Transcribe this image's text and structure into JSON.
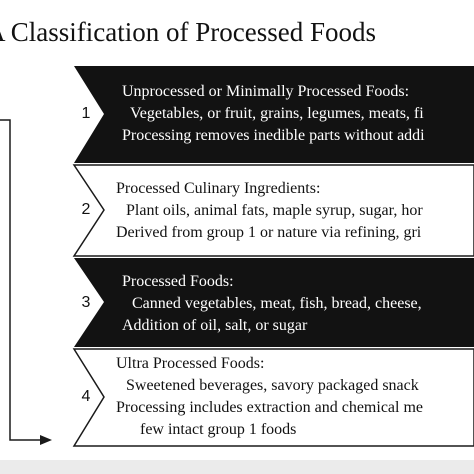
{
  "title": "VA Classification of Processed Foods",
  "colors": {
    "dark_fill": "#121212",
    "light_fill": "#ffffff",
    "outline": "#1a1a1a",
    "footer_band": "#ebebeb"
  },
  "groups": [
    {
      "number": "1",
      "style": "dark",
      "lines": [
        "Unprocessed or Minimally Processed Foods:",
        "Vegetables, or fruit, grains, legumes, meats, fi",
        "Processing removes inedible parts without addi"
      ]
    },
    {
      "number": "2",
      "style": "light",
      "lines": [
        "Processed Culinary Ingredients:",
        "Plant oils, animal fats, maple syrup, sugar, hor",
        "Derived from group 1 or nature via refining, gri"
      ]
    },
    {
      "number": "3",
      "style": "dark",
      "lines": [
        "Processed Foods:",
        "Canned vegetables, meat, fish, bread, cheese,",
        "Addition of oil, salt, or sugar"
      ]
    },
    {
      "number": "4",
      "style": "light",
      "lines": [
        "Ultra Processed Foods:",
        "Sweetened beverages, savory packaged snack",
        "Processing includes extraction and chemical me",
        "few intact group 1 foods"
      ]
    }
  ]
}
